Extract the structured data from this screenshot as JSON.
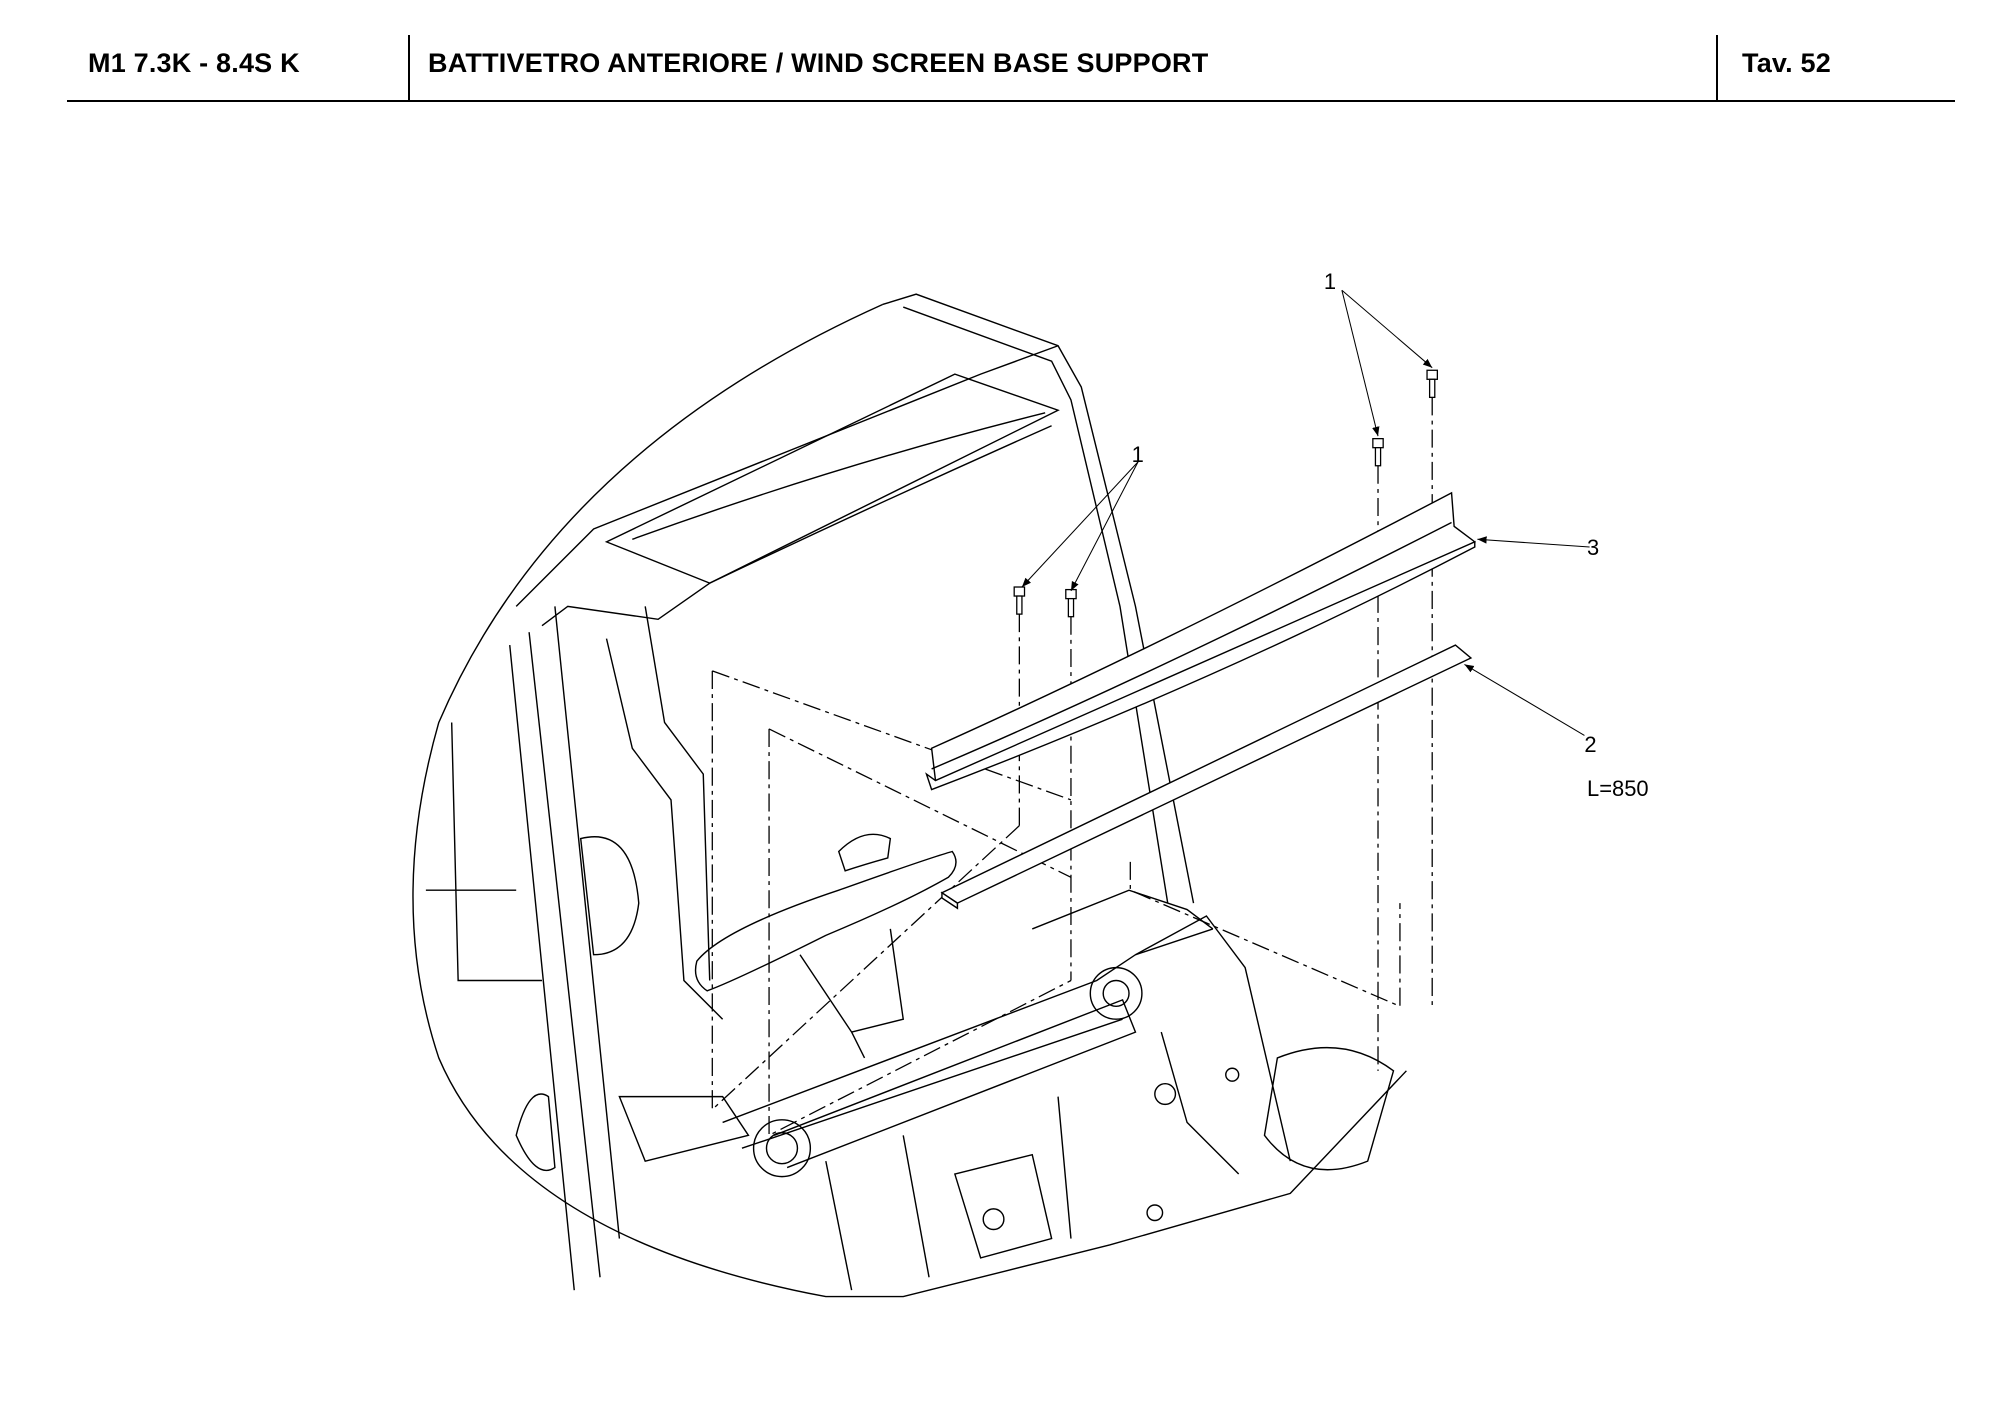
{
  "header": {
    "model": "M1 7.3K - 8.4S K",
    "title": "BATTIVETRO ANTERIORE / WIND SCREEN BASE SUPPORT",
    "table": "Tav.  52"
  },
  "callouts": {
    "bolts_left": "1",
    "bolts_right": "1",
    "support_bracket": "3",
    "base_strip": "2",
    "strip_length": "L=850"
  }
}
